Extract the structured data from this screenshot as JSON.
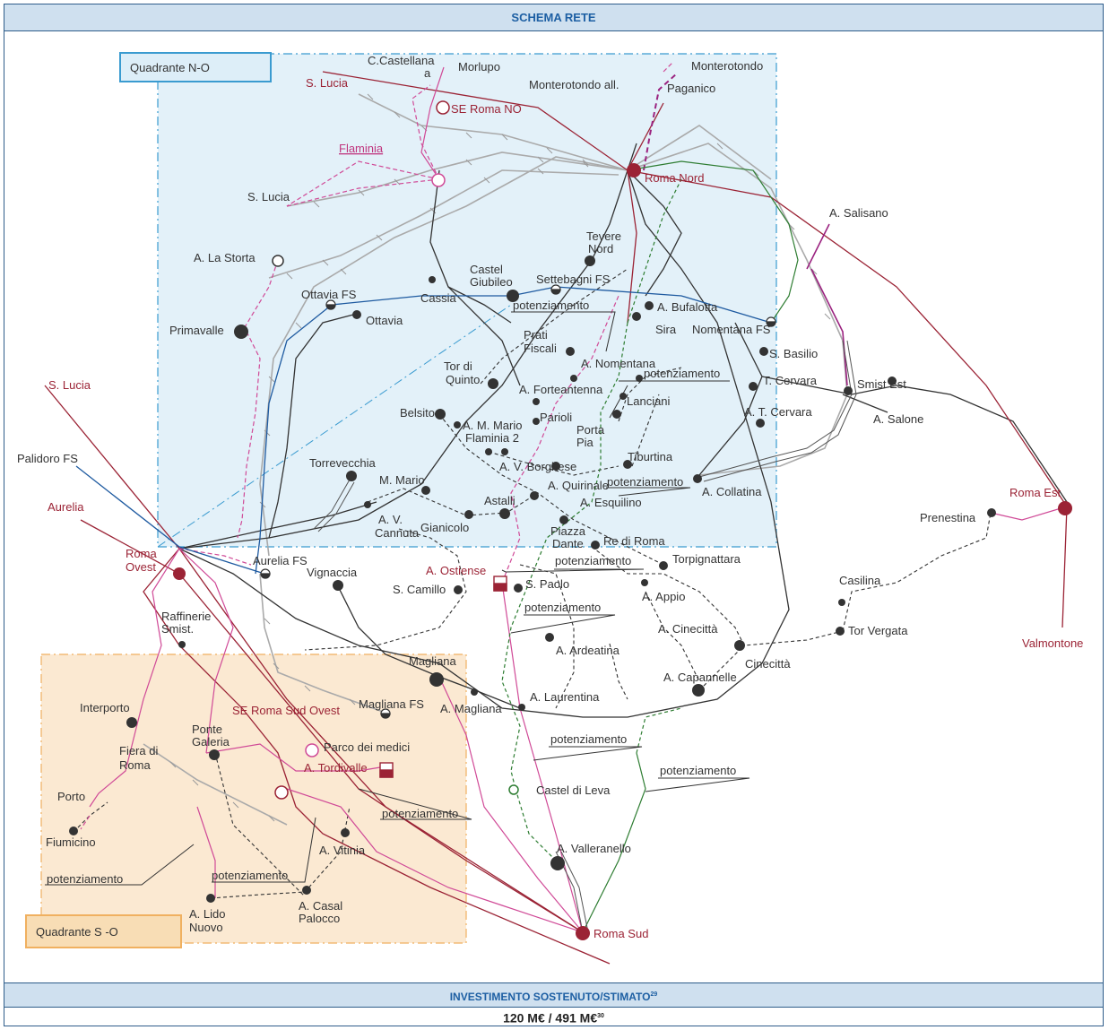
{
  "header": {
    "title": "SCHEMA RETE"
  },
  "investment": {
    "title": "INVESTIMENTO SOSTENUTO/STIMATO",
    "title_sup": "29",
    "value": "120 M€ / 491 M€",
    "value_sup": "30"
  },
  "quadrants": {
    "north_west": "Quadrante N-O",
    "south_west": "Quadrante S -O"
  },
  "colors": {
    "quadrant_nw_fill": "#e3f1f9",
    "quadrant_sw_fill": "#fbe9d2",
    "line_380kv": "#9b2335",
    "line_pink": "#d04a97",
    "line_blue": "#1e5aa0",
    "line_green": "#2e7d32",
    "line_black": "#333333",
    "line_grey": "#aaaaaa"
  },
  "labels": {
    "s_lucia_top": "S. Lucia",
    "c_castellana": "C.Castellana",
    "c_castellana_a": "a",
    "morlupo": "Morlupo",
    "monterotondo_all": "Monterotondo all.",
    "monterotondo": "Monterotondo",
    "paganico": "Paganico",
    "se_roma_no": "SE Roma NO",
    "flaminia": "Flaminia",
    "roma_nord": "Roma Nord",
    "s_lucia_mid": "S. Lucia",
    "a_salisano": "A. Salisano",
    "a_la_storta": "A. La Storta",
    "tevere": "Tevere",
    "nord": "Nord",
    "castel": "Castel",
    "giubileo": "Giubileo",
    "settebagni": "Settebagni FS",
    "cassia": "Cassia",
    "ottavia_fs": "Ottavia FS",
    "ottavia": "Ottavia",
    "primavalle": "Primavalle",
    "potenziamento": "potenziamento",
    "a_bufalotta": "A. Bufalotta",
    "sira": "Sira",
    "nomentana_fs": "Nomentana FS",
    "prati": "Prati",
    "fiscali": "Fiscali",
    "a_nomentana": "A. Nomentana",
    "s_basilio": "S. Basilio",
    "tor_di": "Tor di",
    "quinto": "Quinto",
    "a_forte_antenna": "A. Forteantenna",
    "t_cervara": "T. Cervara",
    "smist_est": "Smist Est",
    "s_lucia_left": "S. Lucia",
    "belsito": "Belsito",
    "a_m_mario": "A. M. Mario",
    "parioli": "Parioli",
    "lanciani": "Lanciani",
    "a_t_cervara": "A. T. Cervara",
    "a_salone": "A. Salone",
    "flaminia_2": "Flaminia 2",
    "palidoro_fs": "Palidoro FS",
    "torrevecchia": "Torrevecchia",
    "porta": "Porta",
    "pia": "Pia",
    "tiburtina": "Tiburtina",
    "a_v_borghese": "A. V. Borghese",
    "m_mario": "M. Mario",
    "a_quirinale": "A. Quirinale",
    "a_collatina": "A. Collatina",
    "roma_est": "Roma Est",
    "aurelia": "Aurelia",
    "astalli": "Astalli",
    "a_esquilino": "A. Esquilino",
    "a_v": "A. V.",
    "cannuta": "Cannuta",
    "gianicolo": "Gianicolo",
    "prenestina": "Prenestina",
    "piazza": "Piazza",
    "dante": "Dante",
    "re_di_roma": "Re di Roma",
    "roma": "Roma",
    "ovest": "Ovest",
    "aurelia_fs": "Aurelia FS",
    "torpignattara": "Torpignattara",
    "a_ostiense": "A. Ostiense",
    "vignaccia": "Vignaccia",
    "s_camillo": "S. Camillo",
    "s_paolo": "S. Paolo",
    "casilina": "Casilina",
    "a_appio": "A. Appio",
    "raffinerie": "Raffinerie",
    "smist": "Smist.",
    "a_cinecitta": "A. Cinecittà",
    "tor_vergata": "Tor Vergata",
    "valmontone": "Valmontone",
    "a_ardeatina": "A. Ardeatina",
    "cinecitta": "Cinecittà",
    "magliana": "Magliana",
    "a_capannelle": "A. Capannelle",
    "interporto": "Interporto",
    "a_laurentina": "A. Laurentina",
    "magliana_fs": "Magliana FS",
    "se_roma_sud_ovest": "SE Roma Sud Ovest",
    "a_magliana": "A. Magliana",
    "ponte": "Ponte",
    "galeria": "Galeria",
    "fiera_di": "Fiera di",
    "roma_lbl": "Roma",
    "parco_dei_medici": "Parco dei medici",
    "a_tordivalle": "A. Tordivalle",
    "porto": "Porto",
    "castel_di_leva": "Castel di Leva",
    "fiumicino": "Fiumicino",
    "a_vitinia": "A. Vitinia",
    "a_valleranello": "A. Valleranello",
    "a_lido": "A. Lido",
    "nuovo": "Nuovo",
    "a_casal": "A. Casal",
    "palocco": "Palocco",
    "roma_sud": "Roma Sud"
  }
}
